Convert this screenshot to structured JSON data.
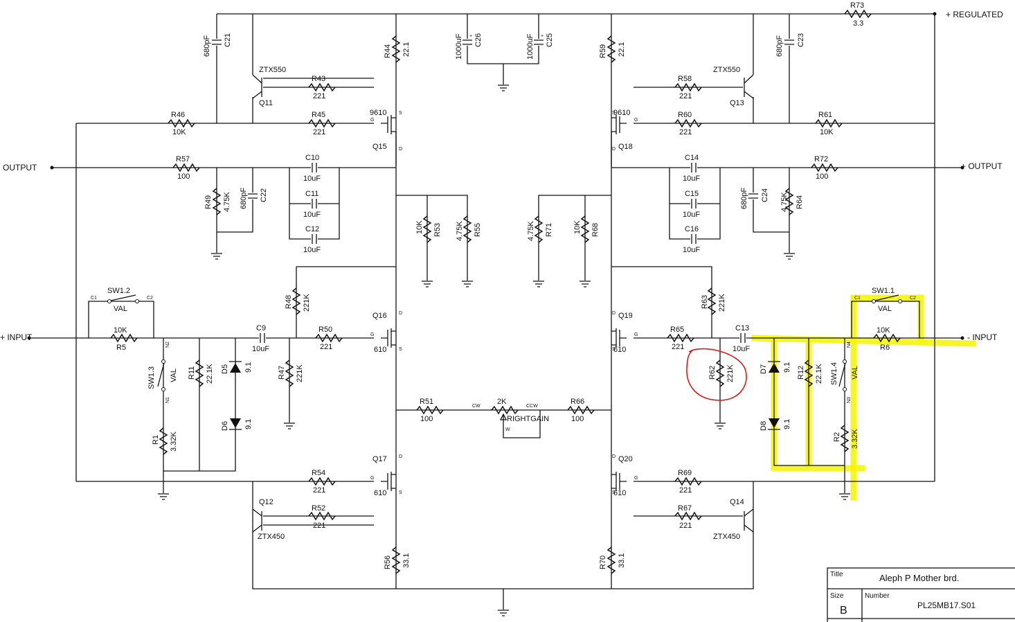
{
  "ports": {
    "output_left": "OUTPUT",
    "output_right": "+ OUTPUT",
    "input_left": "+ INPUT",
    "input_right": "- INPUT",
    "regulated": "+ REGULATED"
  },
  "resistors": [
    {
      "ref": "R73",
      "val": "3.3"
    },
    {
      "ref": "R44",
      "val": "22.1"
    },
    {
      "ref": "R59",
      "val": "22.1"
    },
    {
      "ref": "R43",
      "val": "221"
    },
    {
      "ref": "R58",
      "val": "221"
    },
    {
      "ref": "R46",
      "val": "10K"
    },
    {
      "ref": "R45",
      "val": "221"
    },
    {
      "ref": "R60",
      "val": "221"
    },
    {
      "ref": "R61",
      "val": "10K"
    },
    {
      "ref": "R57",
      "val": "100"
    },
    {
      "ref": "R72",
      "val": "100"
    },
    {
      "ref": "R49",
      "val": "4.75K"
    },
    {
      "ref": "R64",
      "val": "4.75K"
    },
    {
      "ref": "R53",
      "val": "10K"
    },
    {
      "ref": "R55",
      "val": "4.75K"
    },
    {
      "ref": "R71",
      "val": "4.75K"
    },
    {
      "ref": "R68",
      "val": "10K"
    },
    {
      "ref": "R48",
      "val": "221K"
    },
    {
      "ref": "R63",
      "val": "221K"
    },
    {
      "ref": "R5",
      "val": "10K"
    },
    {
      "ref": "R50",
      "val": "221"
    },
    {
      "ref": "R65",
      "val": "221"
    },
    {
      "ref": "R6",
      "val": "10K"
    },
    {
      "ref": "R11",
      "val": "22.1K"
    },
    {
      "ref": "R47",
      "val": "221K"
    },
    {
      "ref": "R62",
      "val": "221K"
    },
    {
      "ref": "R12",
      "val": "22.1K"
    },
    {
      "ref": "R51",
      "val": "100"
    },
    {
      "ref": "R66",
      "val": "100"
    },
    {
      "ref": "R1",
      "val": "3.32K"
    },
    {
      "ref": "R2",
      "val": "3.32K"
    },
    {
      "ref": "R54",
      "val": "221"
    },
    {
      "ref": "R69",
      "val": "221"
    },
    {
      "ref": "R52",
      "val": "221"
    },
    {
      "ref": "R67",
      "val": "221"
    },
    {
      "ref": "R56",
      "val": "33.1"
    },
    {
      "ref": "R70",
      "val": "33.1"
    }
  ],
  "capacitors": [
    {
      "ref": "C21",
      "val": "680pF"
    },
    {
      "ref": "C23",
      "val": "680pF"
    },
    {
      "ref": "C26",
      "val": "1000uF"
    },
    {
      "ref": "C25",
      "val": "1000uF"
    },
    {
      "ref": "C22",
      "val": "680pF"
    },
    {
      "ref": "C24",
      "val": "680pF"
    },
    {
      "ref": "C10",
      "val": "10uF"
    },
    {
      "ref": "C11",
      "val": "10uF"
    },
    {
      "ref": "C12",
      "val": "10uF"
    },
    {
      "ref": "C14",
      "val": "10uF"
    },
    {
      "ref": "C15",
      "val": "10uF"
    },
    {
      "ref": "C16",
      "val": "10uF"
    },
    {
      "ref": "C9",
      "val": "10uF"
    },
    {
      "ref": "C13",
      "val": "10uF"
    }
  ],
  "transistors": [
    {
      "ref": "Q11",
      "part": "ZTX550"
    },
    {
      "ref": "Q13",
      "part": "ZTX550"
    },
    {
      "ref": "Q12",
      "part": "ZTX450"
    },
    {
      "ref": "Q14",
      "part": "ZTX450"
    },
    {
      "ref": "Q15",
      "part": "9610"
    },
    {
      "ref": "Q18",
      "part": "9610"
    },
    {
      "ref": "Q16",
      "part": "610"
    },
    {
      "ref": "Q19",
      "part": "610"
    },
    {
      "ref": "Q17",
      "part": "610"
    },
    {
      "ref": "Q20",
      "part": "610"
    }
  ],
  "diodes": [
    {
      "ref": "D5",
      "val": "9.1"
    },
    {
      "ref": "D6",
      "val": "9.1"
    },
    {
      "ref": "D7",
      "val": "9.1"
    },
    {
      "ref": "D8",
      "val": "9.1"
    }
  ],
  "switches": [
    {
      "ref": "SW1.2",
      "val": "VAL"
    },
    {
      "ref": "SW1.3",
      "val": "VAL"
    },
    {
      "ref": "SW1.1",
      "val": "VAL"
    },
    {
      "ref": "SW1.4",
      "val": "VAL"
    }
  ],
  "pot": {
    "val": "2K",
    "name": "RIGHTGAIN",
    "cw": "CW",
    "ccw": "CCW",
    "wiper": "W"
  },
  "pins": {
    "g": "G",
    "s": "S",
    "d": "D",
    "c1": "C1",
    "c2": "C2",
    "n1": "N1",
    "n2": "N2",
    "n3": "N3",
    "n4": "N4"
  },
  "title_block": {
    "title_label": "Title",
    "title": "Aleph P Mother brd.",
    "size_label": "Size",
    "size": "B",
    "number_label": "Number",
    "number": "PL25MB17.S01"
  },
  "annotations": {
    "highlight_color": "#f5f500",
    "circle_color": "#e01818"
  }
}
